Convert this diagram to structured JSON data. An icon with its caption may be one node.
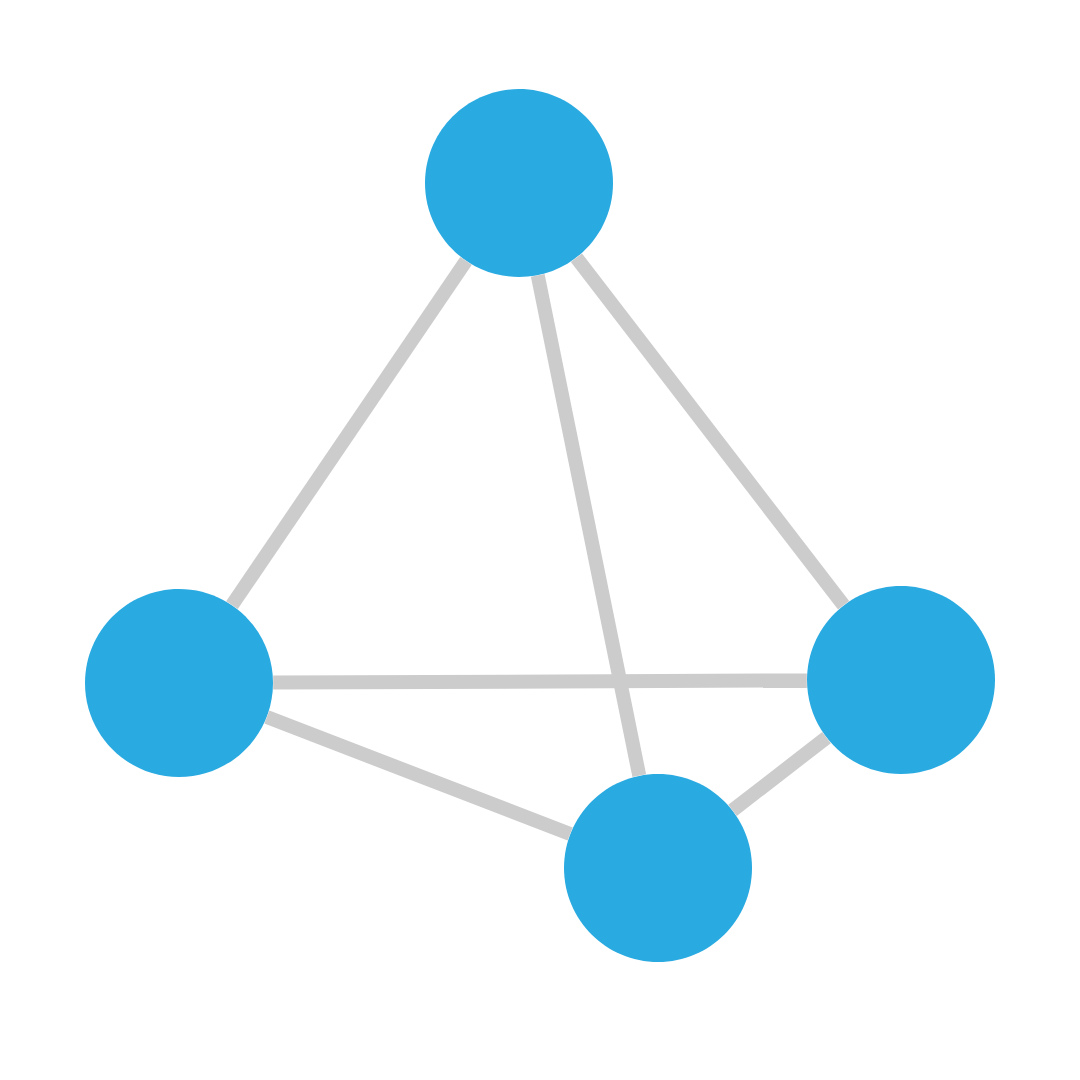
{
  "diagram": {
    "nodes": [
      {
        "text": [],
        "shape": "circle"
      },
      {
        "text": [],
        "shape": "circle"
      },
      {
        "text": [],
        "shape": "circle"
      },
      {
        "text": [],
        "shape": "circle"
      }
    ],
    "edges": [
      {
        "from": 0,
        "to": 1,
        "arrow": "none"
      },
      {
        "from": 0,
        "to": 2,
        "arrow": "none"
      },
      {
        "from": 0,
        "to": 3,
        "arrow": "none"
      },
      {
        "from": 1,
        "to": 2,
        "arrow": "none"
      },
      {
        "from": 1,
        "to": 3,
        "arrow": "none"
      },
      {
        "from": 2,
        "to": 3,
        "arrow": "none"
      }
    ]
  }
}
